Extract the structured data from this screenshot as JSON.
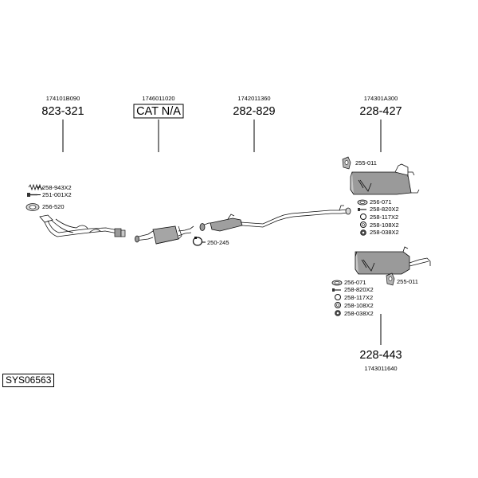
{
  "groups": [
    {
      "oem": "174101B090",
      "part": "823-321"
    },
    {
      "oem": "1746011020",
      "part": "CAT N/A"
    },
    {
      "oem": "1742011360",
      "part": "282-829"
    },
    {
      "oem": "174301A300",
      "part": "228-427"
    },
    {
      "oem": "1743011640",
      "part": "228-443"
    }
  ],
  "front_labels": [
    "258-943X2",
    "251-001X2",
    "256-520"
  ],
  "clamp_label": "250-245",
  "upper_rear": {
    "mount": "255-011",
    "items": [
      "256-071",
      "258-820X2",
      "258-117X2",
      "258-108X2",
      "258-038X2"
    ]
  },
  "lower_rear": {
    "mount": "255-011",
    "items": [
      "256-071",
      "258-820X2",
      "258-117X2",
      "258-108X2",
      "258-038X2"
    ]
  },
  "diagram_code": "SYS06563"
}
